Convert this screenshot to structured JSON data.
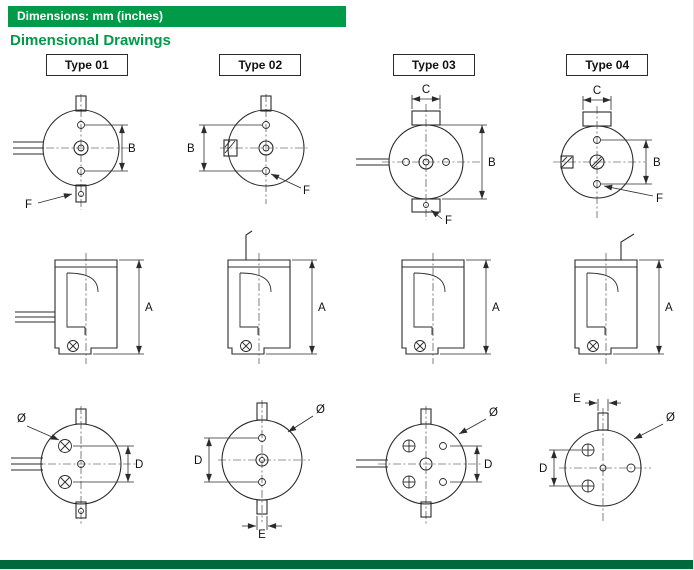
{
  "banner": {
    "text": "Dimensions: mm (inches)"
  },
  "section_title": "Dimensional Drawings",
  "types": [
    {
      "label": "Type 01"
    },
    {
      "label": "Type 02"
    },
    {
      "label": "Type 03"
    },
    {
      "label": "Type 04"
    }
  ],
  "dims": {
    "A": "A",
    "B": "B",
    "C": "C",
    "D": "D",
    "E": "E",
    "F": "F",
    "dia": "Ø"
  },
  "colors": {
    "banner_green": "#009a49",
    "title_green": "#009a49",
    "footer_green": "#00693c",
    "line": "#2b2b2b"
  }
}
